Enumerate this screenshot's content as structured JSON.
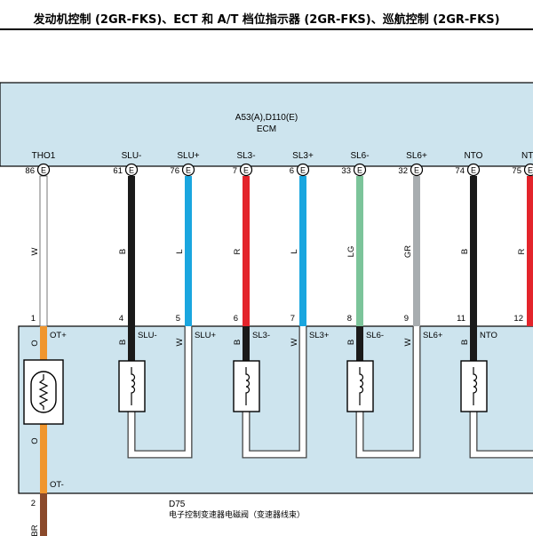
{
  "page_title": "发动机控制 (2GR-FKS)、ECT 和 A/T 档位指示器 (2GR-FKS)、巡航控制 (2GR-FKS)",
  "colors": {
    "panel_fill": "#cde4ee",
    "wire_black": "#1a1a1a",
    "wire_blue": "#1aa6df",
    "wire_red": "#e3242b",
    "wire_light_green": "#7cc49a",
    "wire_gray": "#a8adb0",
    "wire_white": "#ffffff",
    "wire_orange": "#f0962e",
    "wire_brown": "#8b4a2b"
  },
  "ecm": {
    "connector_ref": "A53(A),D110(E)",
    "name": "ECM",
    "connector_letter": "E",
    "terminals": [
      {
        "name": "THO1",
        "pin": "86",
        "wire_code": "W",
        "color_key": "wire_white"
      },
      {
        "name": "SLU-",
        "pin": "61",
        "wire_code": "B",
        "color_key": "wire_black"
      },
      {
        "name": "SLU+",
        "pin": "76",
        "wire_code": "L",
        "color_key": "wire_blue"
      },
      {
        "name": "SL3-",
        "pin": "7",
        "wire_code": "R",
        "color_key": "wire_red"
      },
      {
        "name": "SL3+",
        "pin": "6",
        "wire_code": "L",
        "color_key": "wire_blue"
      },
      {
        "name": "SL6-",
        "pin": "33",
        "wire_code": "LG",
        "color_key": "wire_light_green"
      },
      {
        "name": "SL6+",
        "pin": "32",
        "wire_code": "GR",
        "color_key": "wire_gray"
      },
      {
        "name": "NTO",
        "pin": "74",
        "wire_code": "B",
        "color_key": "wire_black"
      },
      {
        "name": "NT",
        "pin": "75",
        "wire_code": "R",
        "color_key": "wire_red"
      }
    ]
  },
  "d75": {
    "code": "D75",
    "description": "电子控制变速器电磁阀（变速器线束）",
    "pins": [
      "1",
      "4",
      "5",
      "6",
      "7",
      "8",
      "9",
      "11",
      "12"
    ],
    "sensor": {
      "top_label": "OT+",
      "bottom_label": "OT-",
      "wire_code": "O",
      "pin_out": "2",
      "out_wire_code": "BR"
    },
    "solenoids": [
      {
        "neg_code": "B",
        "neg_label": "SLU-",
        "pos_code": "W",
        "pos_label": "SLU+"
      },
      {
        "neg_code": "B",
        "neg_label": "SL3-",
        "pos_code": "W",
        "pos_label": "SL3+"
      },
      {
        "neg_code": "B",
        "neg_label": "SL6-",
        "pos_code": "W",
        "pos_label": "SL6+"
      },
      {
        "neg_code": "B",
        "neg_label": "NTO"
      }
    ]
  }
}
